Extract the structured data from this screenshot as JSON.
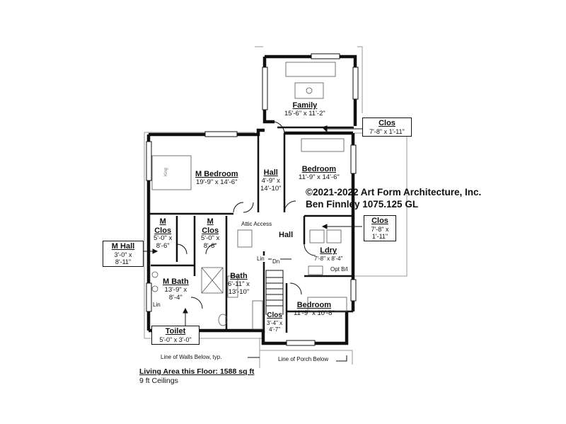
{
  "rooms": {
    "family": {
      "name": "Family",
      "dims": "15'-6\" x 11'-2\""
    },
    "m_bedroom": {
      "name": "M Bedroom",
      "dims": "19'-9\" x 14'-6\""
    },
    "hall_upper": {
      "name": "Hall",
      "dims_1": "4'-9\" x",
      "dims_2": "14'-10\""
    },
    "bedroom_ne": {
      "name": "Bedroom",
      "dims": "11'-9\" x 14'-6\""
    },
    "m_clos_1": {
      "name_1": "M",
      "name_2": "Clos",
      "dims_1": "5'-0\" x",
      "dims_2": "8'-6\""
    },
    "m_clos_2": {
      "name_1": "M",
      "name_2": "Clos",
      "dims_1": "5'-0\" x",
      "dims_2": "8'-6\""
    },
    "hall_center": {
      "name": "Hall"
    },
    "ldry": {
      "name": "Ldry",
      "dims": "7'-8\" x 8'-4\""
    },
    "m_bath": {
      "name": "M Bath",
      "dims_1": "13'-9\" x",
      "dims_2": "8'-4\""
    },
    "bath": {
      "name": "Bath",
      "dims_1": "6'-11\" x",
      "dims_2": "13'-10\""
    },
    "bedroom_se": {
      "name": "Bedroom",
      "dims": "11'-9\" x 10'-8\""
    },
    "clos_small": {
      "name": "Clos",
      "dims_1": "3'-4\" x",
      "dims_2": "4'-7\""
    }
  },
  "callouts": {
    "clos_top": {
      "name": "Clos",
      "dims": "7'-8\" x 1'-11\""
    },
    "clos_right": {
      "name": "Clos",
      "dims_1": "7'-8\" x",
      "dims_2": "1'-11\""
    },
    "m_hall": {
      "name": "M Hall",
      "dims_1": "3'-0\" x",
      "dims_2": "8'-11\""
    },
    "toilet": {
      "name": "Toilet",
      "dims": "5'-0\" x 3'-0\""
    }
  },
  "notes": {
    "attic_access": "Attic Access",
    "lin_1": "Lin",
    "lin_2": "Lin",
    "dn": "Dn",
    "opt_bi": "Opt B/I",
    "walls_below": "Line of Walls Below, typ.",
    "porch_below": "Line of Porch Below",
    "king": "King"
  },
  "copyright": {
    "line1": "©2021-2022 Art Form Architecture, Inc.",
    "line2": "Ben Finnley 1075.125 GL"
  },
  "footer": {
    "living_area": "Living Area this Floor: 1588 sq ft",
    "ceilings": "9 ft Ceilings"
  }
}
